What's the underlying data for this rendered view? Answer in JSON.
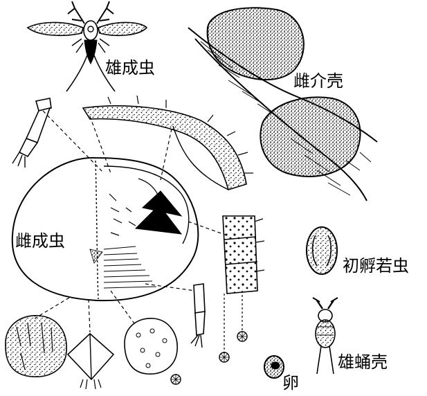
{
  "labels": {
    "male_adult": "雄成虫",
    "female_scale": "雌介壳",
    "female_adult": "雌成虫",
    "first_instar": "初孵若虫",
    "male_pupa": "雄蛹壳",
    "egg": "卵"
  }
}
